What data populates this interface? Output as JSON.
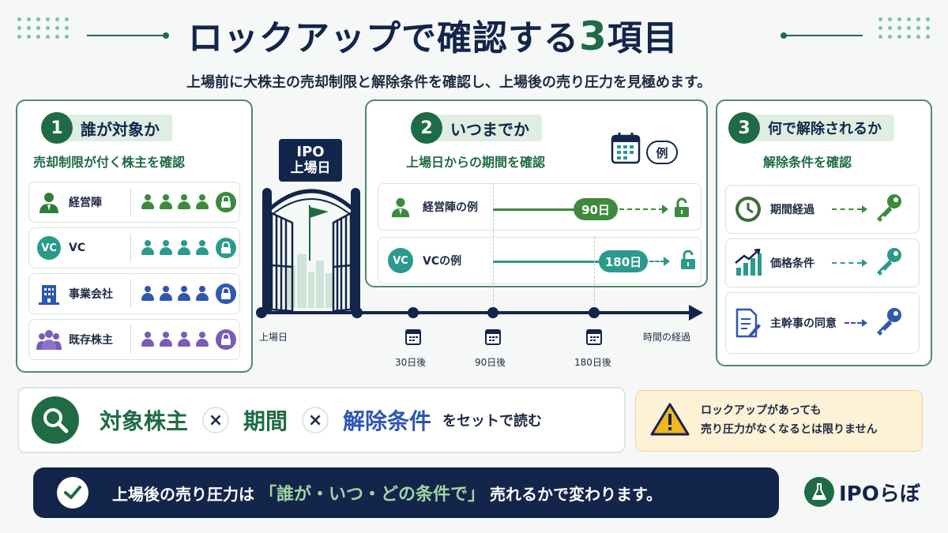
{
  "header": {
    "title_main": "ロックアップで確認する",
    "title_num": "3",
    "title_end": "項目",
    "subtitle": "上場前に大株主の売却制限と解除条件を確認し、上場後の売り圧力を見極めます。"
  },
  "section1": {
    "num": "1",
    "label": "誰が対象か",
    "subtitle": "売却制限が付く株主を確認",
    "rows": [
      {
        "label": "経営陣",
        "color": "#3d8a3f"
      },
      {
        "label": "VC",
        "color": "#2b9a8c"
      },
      {
        "label": "事業会社",
        "color": "#2f56b0"
      },
      {
        "label": "既存株主",
        "color": "#7a5bb5"
      }
    ],
    "vc_badge": "VC"
  },
  "section2": {
    "num": "2",
    "label": "いつまでか",
    "subtitle": "上場日からの期間を確認",
    "example_label": "例",
    "rows": [
      {
        "label": "経営陣の例",
        "pill": "90日",
        "color": "#3d8a3f"
      },
      {
        "label": "VCの例",
        "pill": "180日",
        "color": "#2b9a8c"
      }
    ],
    "vc_badge": "VC"
  },
  "section3": {
    "num": "3",
    "label": "何で解除されるか",
    "subtitle": "解除条件を確認",
    "rows": [
      {
        "label": "期間経過",
        "color": "#3d8a3f"
      },
      {
        "label": "価格条件",
        "color": "#2b9a8c"
      },
      {
        "label": "主幹事の同意",
        "color": "#2f56b0"
      }
    ]
  },
  "gate": {
    "sign_line1": "IPO",
    "sign_line2": "上場日"
  },
  "timeline": {
    "start_label": "上場日",
    "end_label": "時間の経過",
    "ticks": [
      "30日後",
      "90日後",
      "180日後"
    ]
  },
  "formula": {
    "term1": "対象株主",
    "times": "×",
    "term2": "期間",
    "term3": "解除条件",
    "suffix": "をセットで読む"
  },
  "warning": {
    "line1": "ロックアップがあっても",
    "line2": "売り圧力がなくなるとは限りません"
  },
  "banner": {
    "text1": "上場後の売り圧力は",
    "text2": "「誰が・いつ・どの条件で」",
    "text3": "売れるかで変わります。"
  },
  "logo": {
    "text": "IPOらぼ"
  },
  "colors": {
    "primary_green": "#1f6b45",
    "navy": "#13254a",
    "teal": "#2b9a8c",
    "blue": "#2f56b0",
    "purple": "#7a5bb5",
    "warning_bg": "#fdf2d6"
  }
}
